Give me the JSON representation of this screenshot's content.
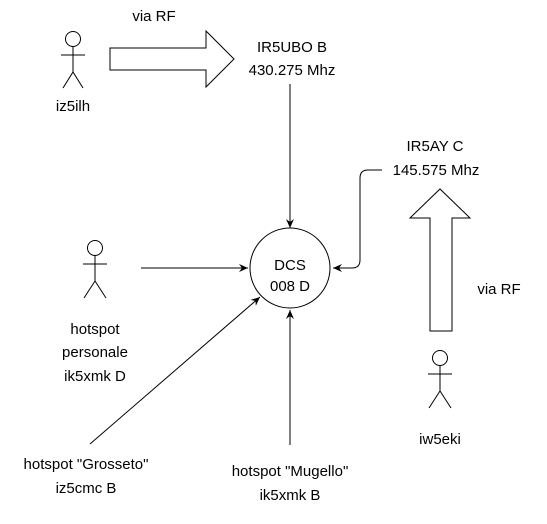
{
  "labels": {
    "via_rf_top": "via RF",
    "repeater_ir5ubo_name": "IR5UBO B",
    "repeater_ir5ubo_freq": "430.275 Mhz",
    "user_iz5ilh": "iz5ilh",
    "repeater_ir5ay_name": "IR5AY C",
    "repeater_ir5ay_freq": "145.575 Mhz",
    "reflector_line1": "DCS",
    "reflector_line2": "008 D",
    "via_rf_right": "via RF",
    "hotspot_personale_line1": "hotspot",
    "hotspot_personale_line2": "personale",
    "hotspot_personale_line3": "ik5xmk D",
    "user_iw5eki": "iw5eki",
    "hotspot_grosseto_line1": "hotspot \"Grosseto\"",
    "hotspot_grosseto_line2": "iz5cmc B",
    "hotspot_mugello_line1": "hotspot \"Mugello\"",
    "hotspot_mugello_line2": "ik5xmk B"
  }
}
